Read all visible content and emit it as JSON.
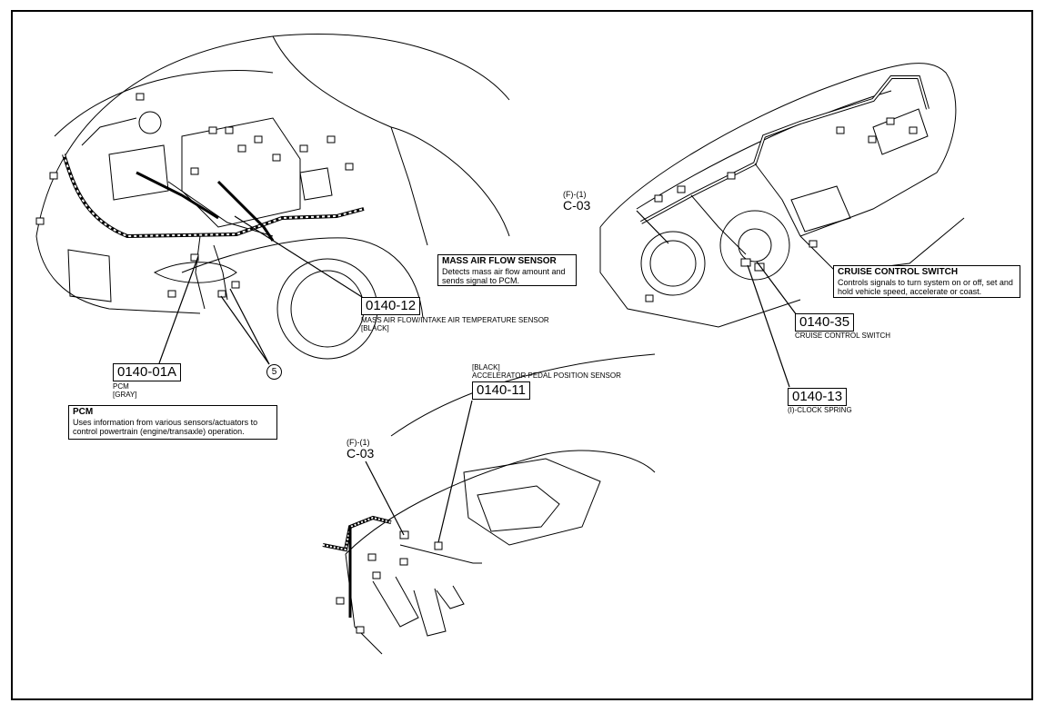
{
  "components": [
    {
      "id": "pcm",
      "code": "0140-01A",
      "lines": [
        "PCM",
        "[GRAY]"
      ]
    },
    {
      "id": "maf",
      "code": "0140-12",
      "lines": [
        "MASS AIR FLOW/INTAKE AIR TEMPERATURE SENSOR",
        "[BLACK]"
      ]
    },
    {
      "id": "cruise",
      "code": "0140-35",
      "lines": [
        "CRUISE CONTROL SWITCH"
      ]
    },
    {
      "id": "clock",
      "code": "0140-13",
      "lines": [
        "(I)-CLOCK SPRING"
      ]
    },
    {
      "id": "app",
      "code": "0140-11",
      "lines": [
        "[BLACK]",
        "ACCELERATOR PEDAL POSITION SENSOR"
      ]
    }
  ],
  "connectors": [
    {
      "id": "c03_dash",
      "top": "(F)-(1)",
      "label": "C-03"
    },
    {
      "id": "c03_pedal",
      "top": "(F)-(1)",
      "label": "C-03"
    }
  ],
  "ground_point": "5",
  "notes": {
    "maf": {
      "title": "MASS AIR FLOW SENSOR",
      "text": "Detects mass air flow amount and sends signal to PCM."
    },
    "pcm": {
      "title": "PCM",
      "text": "Uses information from various sensors/actuators to control powertrain (engine/transaxle) operation."
    },
    "cruise": {
      "title": "CRUISE CONTROL SWITCH",
      "text": "Controls signals to turn system on or off, set and hold vehicle speed, accelerate or coast."
    }
  }
}
